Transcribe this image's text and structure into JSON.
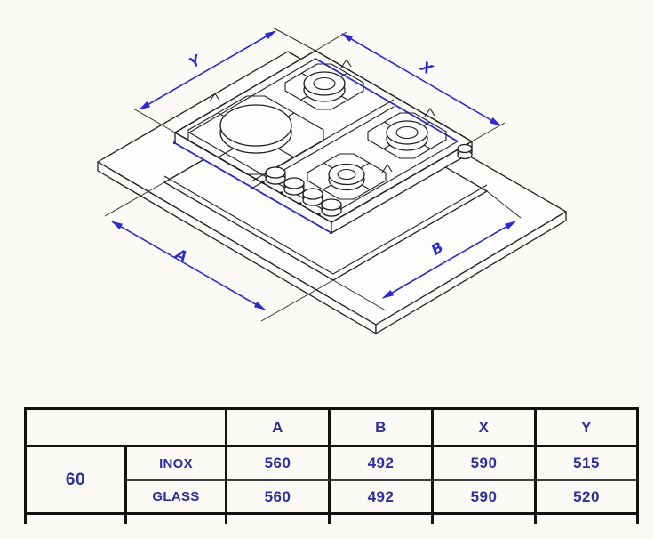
{
  "diagram": {
    "labels": {
      "y": "Y",
      "x": "X",
      "a": "A",
      "b": "B"
    },
    "colors": {
      "dimension_blue": "#2b2bd0",
      "drawing_line": "#1f1f1f",
      "table_text_navy": "#2d2d9c",
      "table_border": "#121212",
      "background": "#fbfaf6"
    }
  },
  "table": {
    "size": "60",
    "columns": [
      "A",
      "B",
      "X",
      "Y"
    ],
    "rows": [
      {
        "finish": "INOX",
        "values": [
          "560",
          "492",
          "590",
          "515"
        ]
      },
      {
        "finish": "GLASS",
        "values": [
          "560",
          "492",
          "590",
          "520"
        ]
      }
    ]
  }
}
